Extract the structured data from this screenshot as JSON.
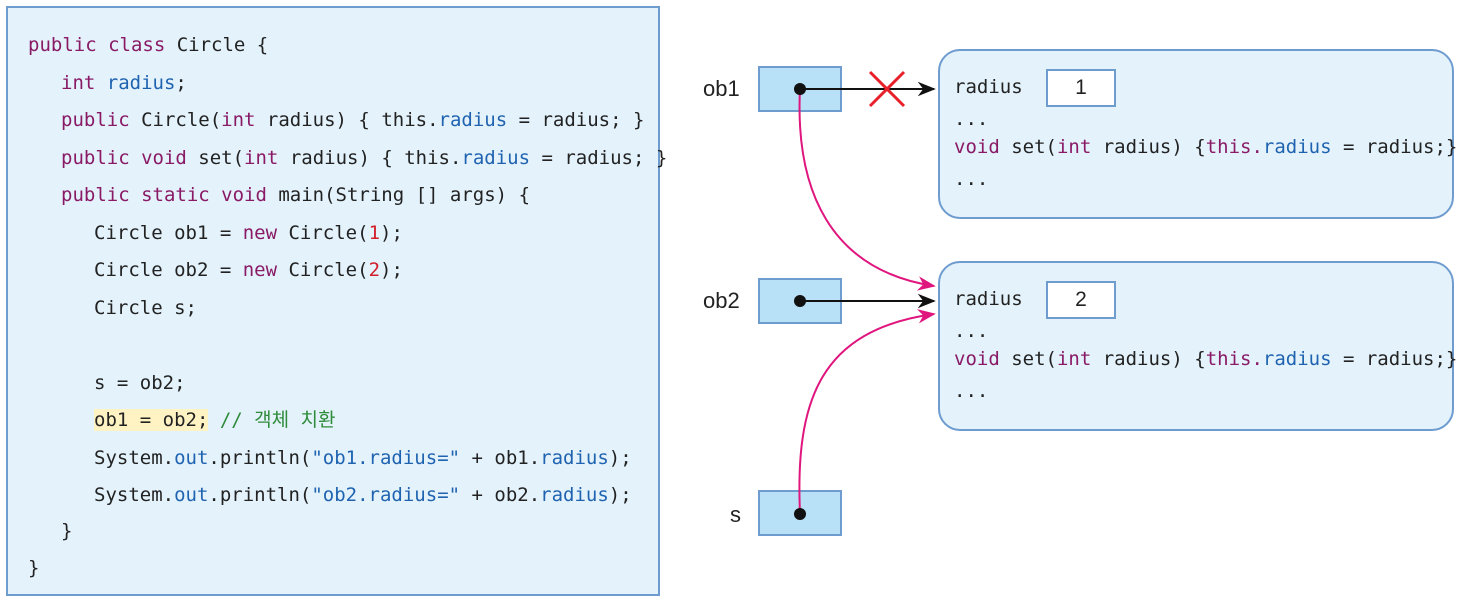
{
  "code": {
    "l1": {
      "kw": "public class",
      "rest": " Circle {"
    },
    "l2": {
      "kw": "int",
      "field": "radius",
      "rest": ";"
    },
    "l3": {
      "kw1": "public",
      "mid1": " Circle(",
      "kw2": "int",
      "mid2": " radius) { this.",
      "field": "radius",
      "rest": " = radius; }"
    },
    "l4": {
      "kw1": "public void",
      "mid1": " set(",
      "kw2": "int",
      "mid2": " radius) { this.",
      "field": "radius",
      "rest": " = radius; }"
    },
    "l5": {
      "kw": "public static void",
      "rest": " main(String [] args) {"
    },
    "l6": {
      "pre": "Circle ob1 = ",
      "kw": "new",
      "mid": " Circle(",
      "num": "1",
      "rest": ");"
    },
    "l7": {
      "pre": "Circle ob2 = ",
      "kw": "new",
      "mid": " Circle(",
      "num": "2",
      "rest": ");"
    },
    "l8": {
      "text": "Circle s;"
    },
    "l9": {
      "text": "s = ob2;"
    },
    "l10": {
      "hl": "ob1 = ob2;",
      "comment": " // 객체 치환"
    },
    "l11": {
      "pre": "System.",
      "out": "out",
      "mid": ".println(",
      "str": "\"ob1.radius=\"",
      "mid2": " + ob1.",
      "field": "radius",
      "rest": ");"
    },
    "l12": {
      "pre": "System.",
      "out": "out",
      "mid": ".println(",
      "str": "\"ob2.radius=\"",
      "mid2": " + ob2.",
      "field": "radius",
      "rest": ");"
    },
    "l13": {
      "text": "}"
    },
    "l14": {
      "text": "}"
    }
  },
  "diagram": {
    "vars": {
      "ob1": "ob1",
      "ob2": "ob2",
      "s": "s"
    },
    "objects": [
      {
        "field": "radius",
        "value": "1",
        "dots1": "...",
        "m_kw1": "void",
        "m_mid": " set(",
        "m_kw2": "int",
        "m_mid2": " radius) {",
        "m_this": "this.",
        "m_field": "radius",
        "m_rest": " = radius;}",
        "dots2": "..."
      },
      {
        "field": "radius",
        "value": "2",
        "dots1": "...",
        "m_kw1": "void",
        "m_mid": " set(",
        "m_kw2": "int",
        "m_mid2": " radius) {",
        "m_this": "this.",
        "m_field": "radius",
        "m_rest": " = radius;}",
        "dots2": "..."
      }
    ]
  },
  "colors": {
    "panel": "#e3f2fb",
    "border": "#6f9ccf",
    "var_box": "#b8e0f6",
    "keyword": "#8a1a66",
    "field": "#1f63b0",
    "number": "#d21f2a",
    "comment": "#2e8b3a",
    "highlight": "#fff3c4",
    "arrow_black": "#111111",
    "arrow_magenta": "#e0167f",
    "cross": "#e8202a"
  }
}
